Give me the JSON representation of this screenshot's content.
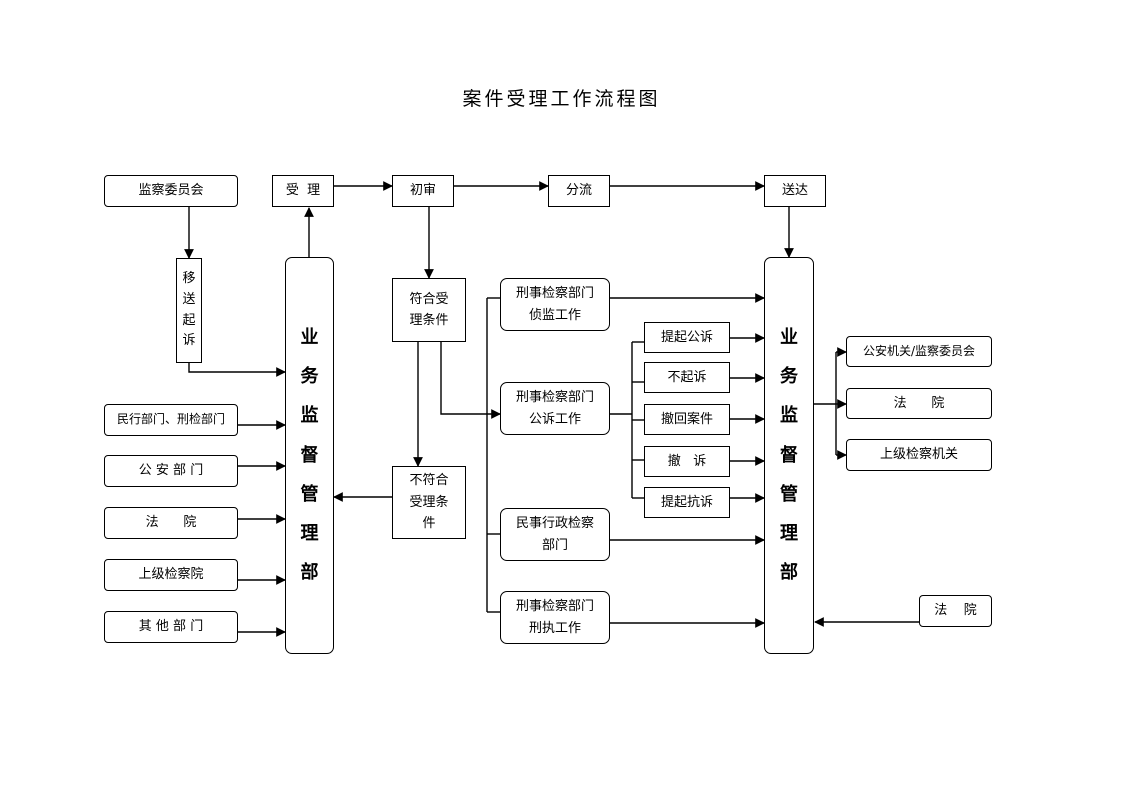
{
  "title": "案件受理工作流程图",
  "nodes": {
    "jianchawei": "监察委员会",
    "shouli": "受  理",
    "chushen": "初审",
    "fenliu": "分流",
    "songda": "送达",
    "yisong": [
      "移",
      "送",
      "起",
      "诉"
    ],
    "yewu_left": [
      "业",
      "务",
      "监",
      "督",
      "管",
      "理",
      "部"
    ],
    "yewu_right": [
      "业",
      "务",
      "监",
      "督",
      "管",
      "理",
      "部"
    ],
    "minxing": "民行部门、刑检部门",
    "gongan": "公 安 部 门",
    "fayuan_left": "法      院",
    "shangji_left": "上级检察院",
    "qita": "其 他 部 门",
    "fuhe": "符合受\n理条件",
    "bufuhe": "不符合\n受理条\n件",
    "xingshi_zhencha": "刑事检察部门\n侦监工作",
    "xingshi_gongsu": "刑事检察部门\n公诉工作",
    "minshi": "民事行政检察\n部门",
    "xingshi_xingzhi": "刑事检察部门\n刑执工作",
    "tiqi_gongsu": "提起公诉",
    "buqisu": "不起诉",
    "chehui": "撤回案件",
    "chesu": "撤   诉",
    "tiqi_kangsu": "提起抗诉",
    "gongan_jianwei": "公安机关/监察委员会",
    "fayuan_right": "法      院",
    "shangji_right": "上级检察机关",
    "fayuan_bottom": "法    院"
  }
}
